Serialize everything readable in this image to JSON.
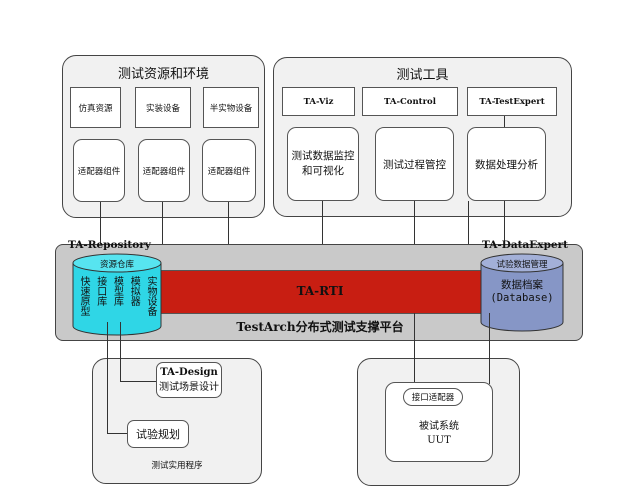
{
  "resources": {
    "title": "测试资源和环境",
    "boxes": [
      "仿真资源",
      "实装设备",
      "半实物设备"
    ],
    "adapters": [
      "适配器组件",
      "适配器组件",
      "适配器组件"
    ]
  },
  "tools": {
    "title": "测试工具",
    "names": [
      "TA-Viz",
      "TA-Control",
      "TA-TestExpert"
    ],
    "functions": [
      "测试数据监控\n和可视化",
      "测试过程管控",
      "数据处理分析"
    ]
  },
  "platform": {
    "repository_label": "TA-Repository",
    "dataexpert_label": "TA-DataExpert",
    "rti_label": "TA-RTI",
    "platform_label": "TestArch分布式测试支撑平台",
    "repo_cylinder_title": "资源仓库",
    "repo_columns": [
      "快速原型",
      "接口库",
      "模型库",
      "模拟器",
      "实物设备"
    ],
    "db_title": "试验数据管理",
    "db_line1": "数据档案",
    "db_line2": "(Database)"
  },
  "utilities": {
    "design_name": "TA-Design",
    "design_desc": "测试场景设计",
    "plan": "试验规划",
    "caption": "测试实用程序"
  },
  "uut": {
    "adapter": "接口适配器",
    "name_line1": "被试系统",
    "name_line2": "UUT"
  },
  "colors": {
    "rti_red": "#c81e12",
    "cylinder_cyan": "#2fd6e6",
    "db_blue": "#8696c6",
    "panel_gray": "#f1f1f1",
    "platform_gray": "#c9c9c9"
  }
}
